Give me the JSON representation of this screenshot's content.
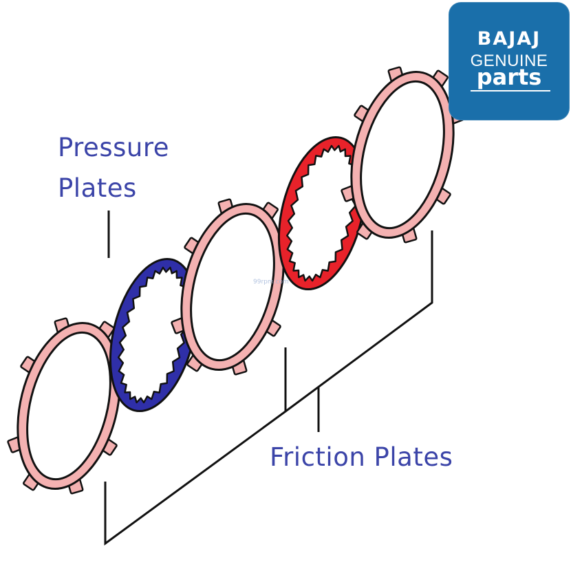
{
  "labels": {
    "pressure_line1": "Pressure",
    "pressure_line2": "Plates",
    "friction": "Friction Plates"
  },
  "watermark": "99rpm.com",
  "logo": {
    "brand": "BAJAJ",
    "line2": "GENUINE",
    "line3": "parts"
  },
  "colors": {
    "label_text": "#3b44a8",
    "friction_fill": "#f4b1b1",
    "pressure_blue": "#2f2fa8",
    "pressure_red": "#e8222a",
    "outline": "#111111",
    "logo_bg": "#1a6faa"
  },
  "plates": [
    {
      "kind": "friction",
      "color": "friction_fill"
    },
    {
      "kind": "pressure",
      "color": "pressure_blue"
    },
    {
      "kind": "friction",
      "color": "friction_fill"
    },
    {
      "kind": "pressure",
      "color": "pressure_red"
    },
    {
      "kind": "friction",
      "color": "friction_fill"
    }
  ]
}
